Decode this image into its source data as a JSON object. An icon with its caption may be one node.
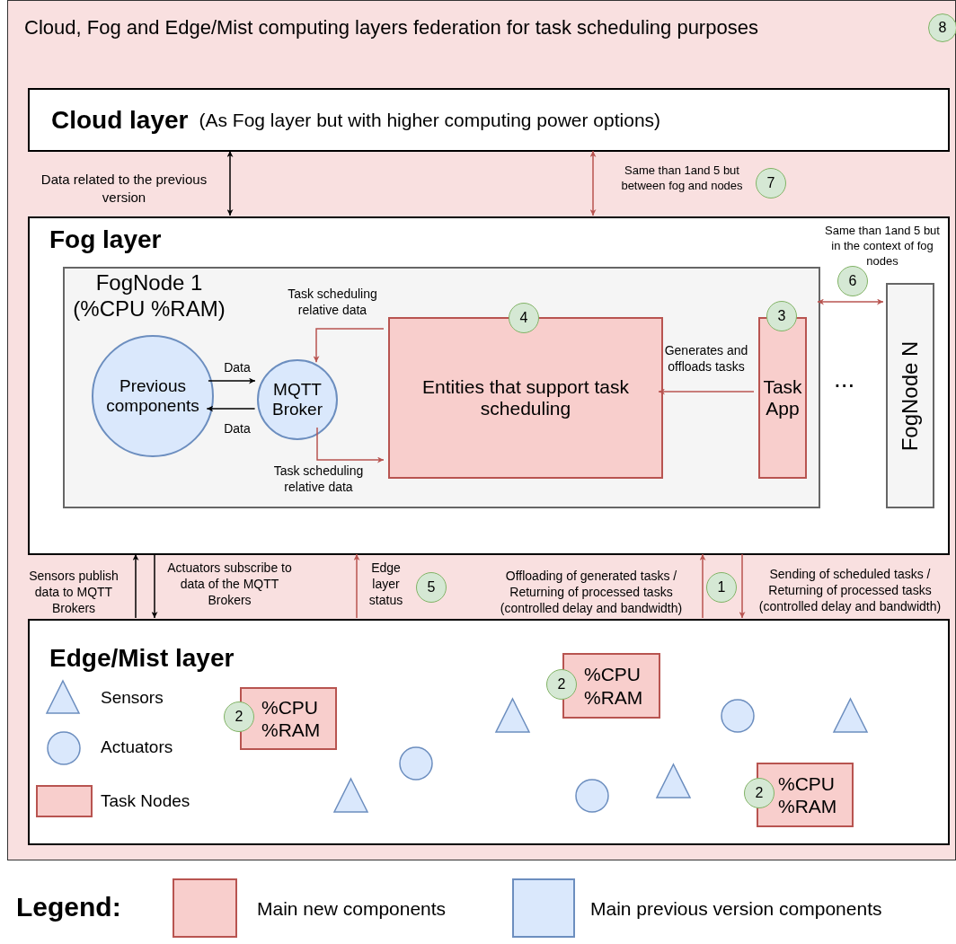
{
  "diagram": {
    "nodes": [
      {
        "text": [
          "Cloud, Fog and Edge/Mist computing layers federation for task scheduling purposes"
        ]
      },
      {
        "text": [
          "8"
        ],
        "in": 0
      },
      {
        "text": [
          "Cloud layer",
          "(As Fog layer but with higher computing power options)"
        ],
        "in": 0
      },
      {
        "text": [
          "Fog layer"
        ],
        "in": 0
      },
      {
        "text": [
          "FogNode 1 (%CPU %RAM)"
        ],
        "in": 3
      },
      {
        "text": [
          "Previous components"
        ],
        "in": 4
      },
      {
        "text": [
          "MQTT Broker"
        ],
        "in": 4
      },
      {
        "text": [
          "Entities that support task scheduling"
        ],
        "in": 4
      },
      {
        "text": [
          "4"
        ],
        "in": 4
      },
      {
        "text": [
          "Task App"
        ],
        "in": 4
      },
      {
        "text": [
          "3"
        ],
        "in": 4
      },
      {
        "text": [
          "FogNode N"
        ],
        "in": 3
      },
      {
        "text": [
          "6"
        ],
        "in": 3
      },
      {
        "text": [
          "7"
        ],
        "in": 0
      },
      {
        "text": [
          "5"
        ],
        "in": 0
      },
      {
        "text": [
          "1"
        ],
        "in": 0
      },
      {
        "text": [
          "Edge/Mist layer"
        ],
        "in": 0
      },
      {
        "text": [
          "%CPU %RAM"
        ],
        "in": 16
      },
      {
        "text": [
          "2"
        ],
        "in": 16
      },
      {
        "text": [
          "%CPU %RAM"
        ],
        "in": 16
      },
      {
        "text": [
          "2"
        ],
        "in": 16
      },
      {
        "text": [
          "%CPU %RAM"
        ],
        "in": 16
      },
      {
        "text": [
          "2"
        ],
        "in": 16
      }
    ],
    "edges": [
      {
        "from": 2,
        "to": 3,
        "arrow": "both",
        "label": "Data related to the previous version",
        "color": "#000000"
      },
      {
        "from": 2,
        "to": 3,
        "arrow": "both",
        "label": "Same than 1and 5 but between fog and nodes"
      },
      {
        "from": 5,
        "to": 6,
        "arrow": "to",
        "label": "Data",
        "color": "#000000"
      },
      {
        "from": 6,
        "to": 5,
        "arrow": "to",
        "label": "Data",
        "color": "#000000"
      },
      {
        "from": 7,
        "to": 6,
        "arrow": "to",
        "label": "Task scheduling relative data"
      },
      {
        "from": 6,
        "to": 7,
        "arrow": "to",
        "label": "Task scheduling relative data"
      },
      {
        "from": 9,
        "to": 7,
        "arrow": "to",
        "label": "Generates and offloads tasks"
      },
      {
        "from": 4,
        "to": 11,
        "arrow": "both",
        "label": "Same than 1and 5 but in the context of fog nodes"
      },
      {
        "from": 16,
        "to": 3,
        "arrow": "to",
        "label": "Sensors publish data to MQTT Brokers",
        "color": "#000000"
      },
      {
        "from": 3,
        "to": 16,
        "arrow": "to",
        "label": "Actuators subscribe to data of the MQTT Brokers",
        "color": "#000000"
      },
      {
        "from": 16,
        "to": 3,
        "arrow": "to",
        "label": "Edge layer status"
      },
      {
        "from": 16,
        "to": 3,
        "arrow": "to",
        "label": "Offloading of generated tasks / Returning of processed tasks (controlled delay and bandwidth)"
      },
      {
        "from": 3,
        "to": 16,
        "arrow": "to",
        "label": "Sending of scheduled tasks / Returning of processed tasks (controlled delay and bandwidth)"
      }
    ],
    "labels": [
      "...",
      "Legend:"
    ],
    "legend": [
      {
        "text": "Sensors"
      },
      {
        "text": "Actuators"
      },
      {
        "text": "Task Nodes",
        "color": "#f8cecc"
      },
      {
        "text": "Main new components",
        "color": "#f8cecc"
      },
      {
        "text": "Main previous version components",
        "color": "#dae8fc"
      }
    ]
  }
}
